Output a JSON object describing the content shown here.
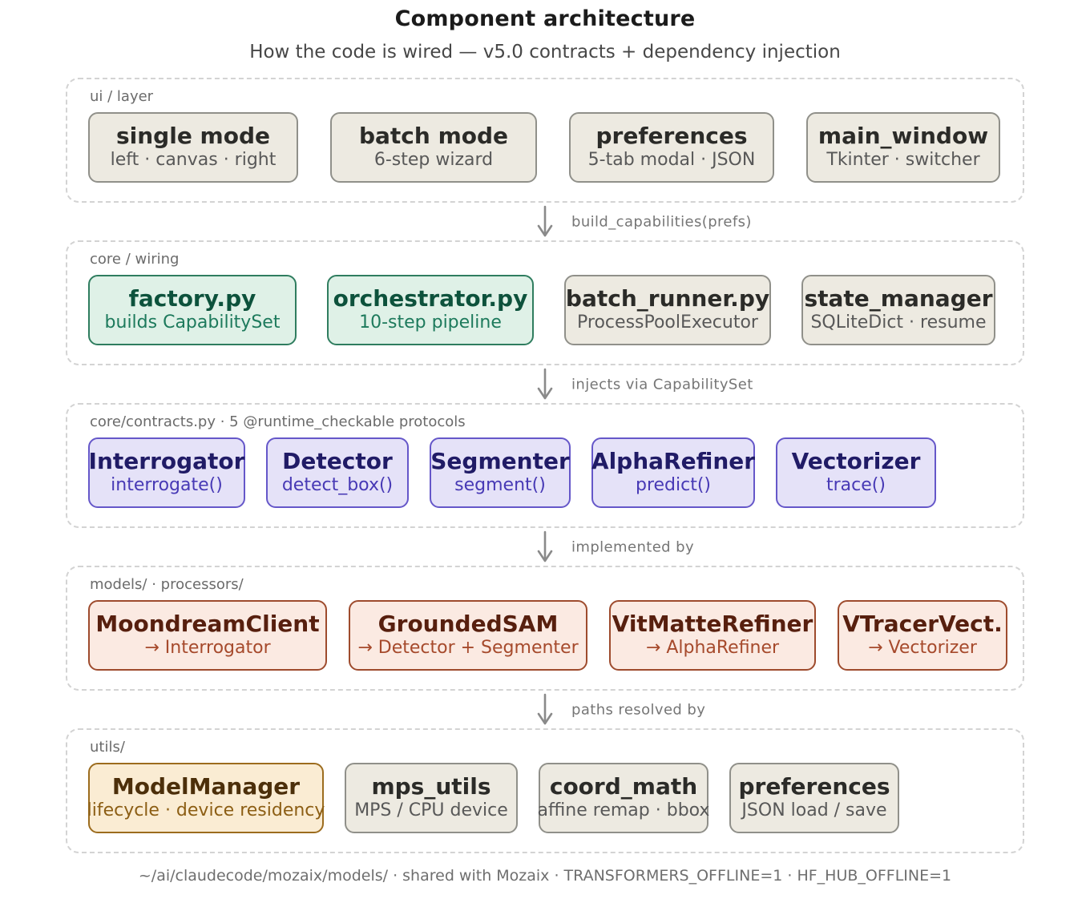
{
  "header": {
    "title": "Component architecture",
    "subtitle": "How the code is wired — v5.0 contracts + dependency injection"
  },
  "layers": [
    {
      "label": "ui / layer",
      "cards": [
        {
          "title": "single mode",
          "subtitle": "left · canvas · right",
          "variant": "beige"
        },
        {
          "title": "batch mode",
          "subtitle": "6-step wizard",
          "variant": "beige"
        },
        {
          "title": "preferences",
          "subtitle": "5-tab modal · JSON",
          "variant": "beige"
        },
        {
          "title": "main_window",
          "subtitle": "Tkinter · switcher",
          "variant": "beige"
        }
      ]
    },
    {
      "label": "core / wiring",
      "cards": [
        {
          "title": "factory.py",
          "subtitle": "builds CapabilitySet",
          "variant": "green"
        },
        {
          "title": "orchestrator.py",
          "subtitle": "10-step pipeline",
          "variant": "green"
        },
        {
          "title": "batch_runner.py",
          "subtitle": "ProcessPoolExecutor",
          "variant": "beige"
        },
        {
          "title": "state_manager",
          "subtitle": "SQLiteDict · resume",
          "variant": "beige"
        }
      ]
    },
    {
      "label": "core/contracts.py · 5 @runtime_checkable protocols",
      "cards": [
        {
          "title": "Interrogator",
          "subtitle": "interrogate()",
          "variant": "purple"
        },
        {
          "title": "Detector",
          "subtitle": "detect_box()",
          "variant": "purple"
        },
        {
          "title": "Segmenter",
          "subtitle": "segment()",
          "variant": "purple"
        },
        {
          "title": "AlphaRefiner",
          "subtitle": "predict()",
          "variant": "purple"
        },
        {
          "title": "Vectorizer",
          "subtitle": "trace()",
          "variant": "purple"
        }
      ]
    },
    {
      "label": "models/ · processors/",
      "cards": [
        {
          "title": "MoondreamClient",
          "subtitle": "→ Interrogator",
          "variant": "red"
        },
        {
          "title": "GroundedSAM",
          "subtitle": "→ Detector + Segmenter",
          "variant": "red"
        },
        {
          "title": "VitMatteRefiner",
          "subtitle": "→ AlphaRefiner",
          "variant": "red"
        },
        {
          "title": "VTracerVect.",
          "subtitle": "→ Vectorizer",
          "variant": "red"
        }
      ]
    },
    {
      "label": "utils/",
      "cards": [
        {
          "title": "ModelManager",
          "subtitle": "lifecycle · device residency",
          "variant": "orange"
        },
        {
          "title": "mps_utils",
          "subtitle": "MPS / CPU device",
          "variant": "beige"
        },
        {
          "title": "coord_math",
          "subtitle": "affine remap · bbox",
          "variant": "beige"
        },
        {
          "title": "preferences",
          "subtitle": "JSON load / save",
          "variant": "beige"
        }
      ]
    }
  ],
  "connectors": [
    {
      "label": "build_capabilities(prefs)"
    },
    {
      "label": "injects via CapabilitySet"
    },
    {
      "label": "implemented by"
    },
    {
      "label": "paths resolved by"
    }
  ],
  "footer": {
    "text": "~/ai/claudecode/mozaix/models/ · shared with Mozaix · TRANSFORMERS_OFFLINE=1 · HF_HUB_OFFLINE=1"
  },
  "colors": {
    "arrow": "#8a8a8a",
    "dashed_border": "#d3d3d3",
    "variants": {
      "beige": {
        "bg": "#edeae1",
        "border": "#90908a",
        "title": "#2b2b28",
        "subtitle": "#585858"
      },
      "green": {
        "bg": "#dff1e7",
        "border": "#2f7d5f",
        "title": "#0d523c",
        "subtitle": "#1d7a5c"
      },
      "purple": {
        "bg": "#e5e2f8",
        "border": "#6557c9",
        "title": "#201b66",
        "subtitle": "#4739b5"
      },
      "red": {
        "bg": "#fbeae2",
        "border": "#9e4b2d",
        "title": "#571f0e",
        "subtitle": "#a64a2c"
      },
      "orange": {
        "bg": "#faecd3",
        "border": "#9c6c1e",
        "title": "#4c2f0a",
        "subtitle": "#8c5e14"
      }
    }
  }
}
